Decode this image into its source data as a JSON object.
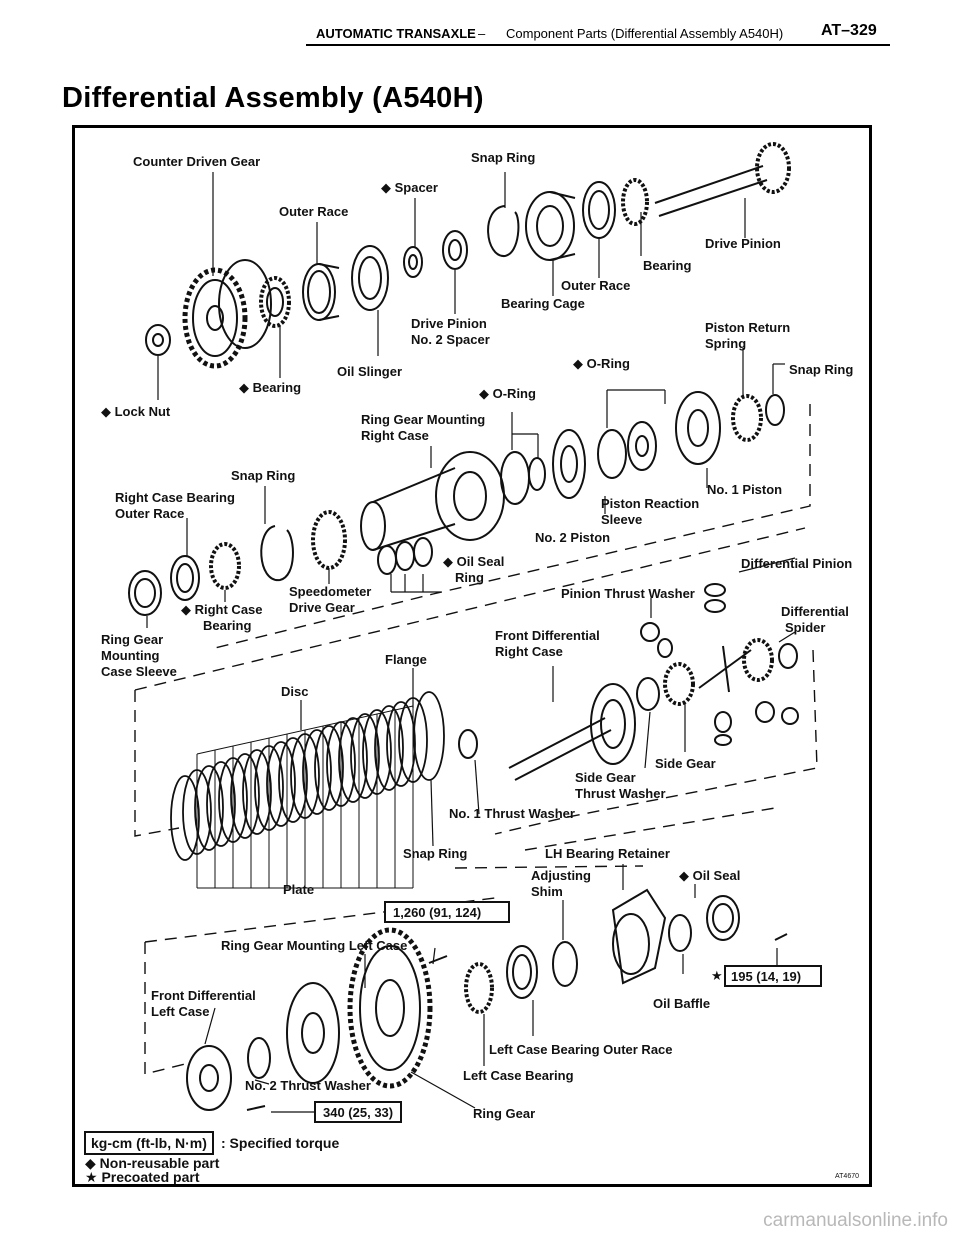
{
  "header": {
    "section": "AUTOMATIC TRANSAXLE",
    "dash": "–",
    "subtitle": "Component Parts (Differential Assembly  A540H)",
    "page": "AT–329"
  },
  "title": "Differential Assembly (A540H)",
  "labels": {
    "counter_driven_gear": "Counter Driven Gear",
    "snap_ring": "Snap Ring",
    "spacer": "◆ Spacer",
    "outer_race": "Outer Race",
    "drive_pinion": "Drive Pinion",
    "bearing": "Bearing",
    "bearing_cage": "Bearing Cage",
    "drive_pinion_spacer_1": "Drive Pinion",
    "drive_pinion_spacer_2": "No. 2 Spacer",
    "piston_return_1": "Piston Return",
    "piston_return_2": "Spring",
    "oil_slinger": "Oil Slinger",
    "o_ring": "◆ O-Ring",
    "bearing_nr": "◆ Bearing",
    "lock_nut": "◆ Lock Nut",
    "ring_gear_right_1": "Ring Gear Mounting",
    "ring_gear_right_2": "Right Case",
    "no1_piston": "No. 1 Piston",
    "rc_bearing_outer_1": "Right Case Bearing",
    "rc_bearing_outer_2": "Outer Race",
    "piston_reaction_1": "Piston Reaction",
    "piston_reaction_2": "Sleeve",
    "no2_piston": "No. 2 Piston",
    "oil_seal_ring_1": "◆ Oil Seal",
    "oil_seal_ring_2": "Ring",
    "differential_pinion": "Differential Pinion",
    "right_case_bearing_1": "◆ Right Case",
    "right_case_bearing_2": "Bearing",
    "speedometer_1": "Speedometer",
    "speedometer_2": "Drive Gear",
    "pinion_thrust_washer": "Pinion Thrust Washer",
    "differential_spider_1": "Differential",
    "differential_spider_2": "Spider",
    "ring_gear_sleeve_1": "Ring Gear",
    "ring_gear_sleeve_2": "Mounting",
    "ring_gear_sleeve_3": "Case Sleeve",
    "front_diff_right_1": "Front Differential",
    "front_diff_right_2": "Right Case",
    "flange": "Flange",
    "disc": "Disc",
    "side_gear": "Side Gear",
    "side_gear_thrust_1": "Side Gear",
    "side_gear_thrust_2": "Thrust Washer",
    "no1_thrust_washer": "No. 1 Thrust Washer",
    "lh_bearing_retainer": "LH Bearing Retainer",
    "adjusting_shim_1": "Adjusting",
    "adjusting_shim_2": "Shim",
    "oil_seal": "◆ Oil Seal",
    "plate": "Plate",
    "ring_gear_left": "Ring Gear Mounting Left Case",
    "front_diff_left_1": "Front Differential",
    "front_diff_left_2": "Left Case",
    "oil_baffle": "Oil Baffle",
    "left_case_bearing_outer": "Left Case Bearing Outer Race",
    "left_case_bearing": "Left Case Bearing",
    "no2_thrust_washer": "No. 2 Thrust Washer",
    "ring_gear": "Ring Gear"
  },
  "torque": {
    "t1": "1,260 (91, 124)",
    "t2": "195 (14, 19)",
    "t3": "340 (25, 33)",
    "star": "★"
  },
  "legend": {
    "unit_box": "kg-cm (ft-lb, N·m)",
    "unit_desc": ": Specified torque",
    "non_reusable": "◆ Non-reusable part",
    "precoated": "★ Precoated part"
  },
  "figure_code": "AT4670",
  "watermark": "carmanualsonline.info"
}
